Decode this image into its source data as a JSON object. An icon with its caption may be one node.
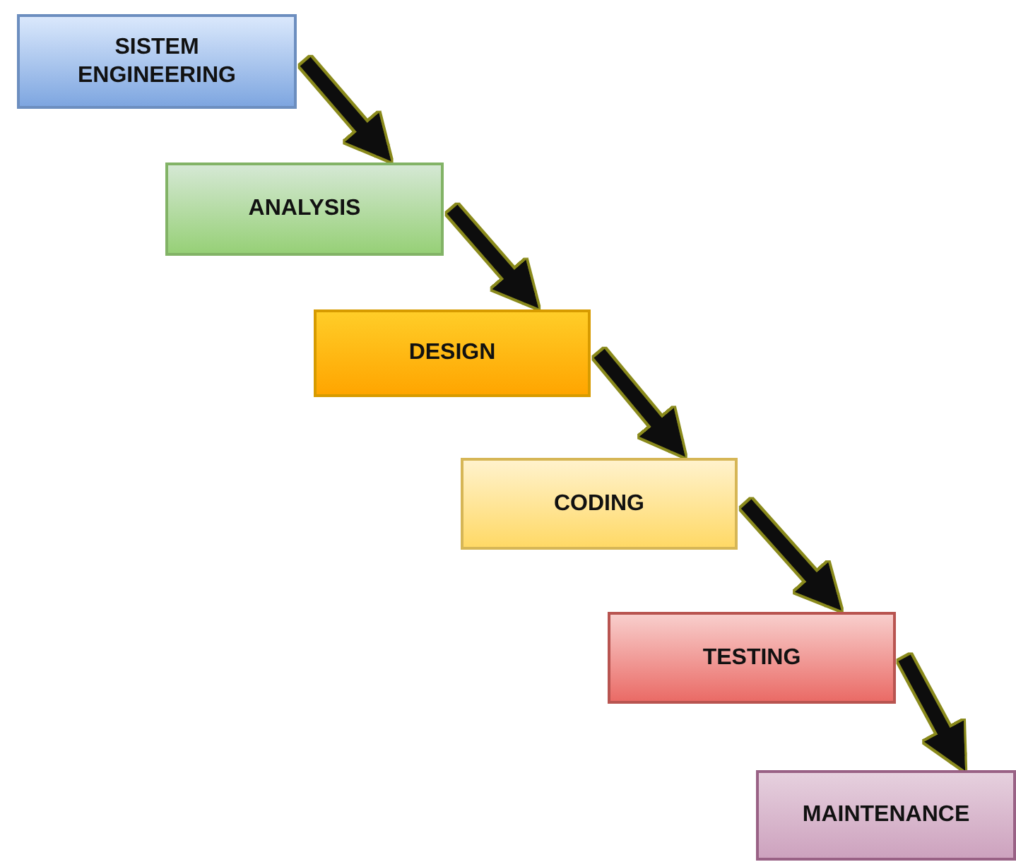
{
  "diagram": {
    "nodes": [
      {
        "text": [
          "SISTEM ENGINEERING"
        ]
      },
      {
        "text": [
          "ANALYSIS"
        ]
      },
      {
        "text": [
          "DESIGN"
        ]
      },
      {
        "text": [
          "CODING"
        ]
      },
      {
        "text": [
          "TESTING"
        ]
      },
      {
        "text": [
          "MAINTENANCE"
        ]
      }
    ],
    "edges": [
      {
        "from": 0,
        "to": 1,
        "arrow": "to"
      },
      {
        "from": 1,
        "to": 2,
        "arrow": "to"
      },
      {
        "from": 2,
        "to": 3,
        "arrow": "to"
      },
      {
        "from": 3,
        "to": 4,
        "arrow": "to"
      },
      {
        "from": 4,
        "to": 5,
        "arrow": "to"
      }
    ]
  }
}
